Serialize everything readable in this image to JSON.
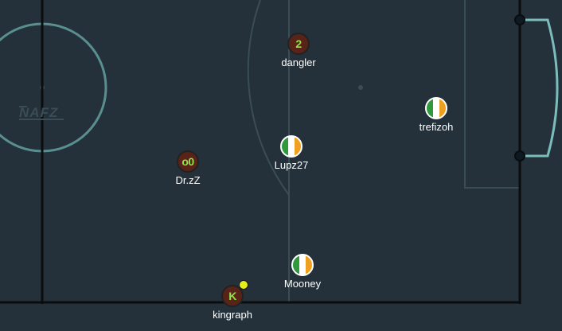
{
  "field": {
    "logo_text": "NAFZ",
    "colors": {
      "background": "#24313b",
      "boundary_line": "#0a0c0e",
      "marking": "#5a8f8f",
      "faint_marking": "#3a4d55",
      "goal": "#7bbcbc"
    }
  },
  "players": [
    {
      "name": "dangler",
      "avatar": "2",
      "team": "red"
    },
    {
      "name": "trefizoh",
      "avatar": "",
      "team": "irl"
    },
    {
      "name": "Lupz27",
      "avatar": "",
      "team": "irl"
    },
    {
      "name": "Dr.zZ",
      "avatar": "o0",
      "team": "red"
    },
    {
      "name": "Mooney",
      "avatar": "",
      "team": "irl"
    },
    {
      "name": "kingraph",
      "avatar": "K",
      "team": "red",
      "has_ball": true
    }
  ],
  "teams": {
    "red": {
      "color": "#5a2318",
      "text_color": "#8ee64a"
    },
    "irl": {
      "colors": [
        "#2e9a3c",
        "#ffffff",
        "#f0a020"
      ]
    }
  },
  "ball": {
    "color": "#e6ee1a"
  }
}
